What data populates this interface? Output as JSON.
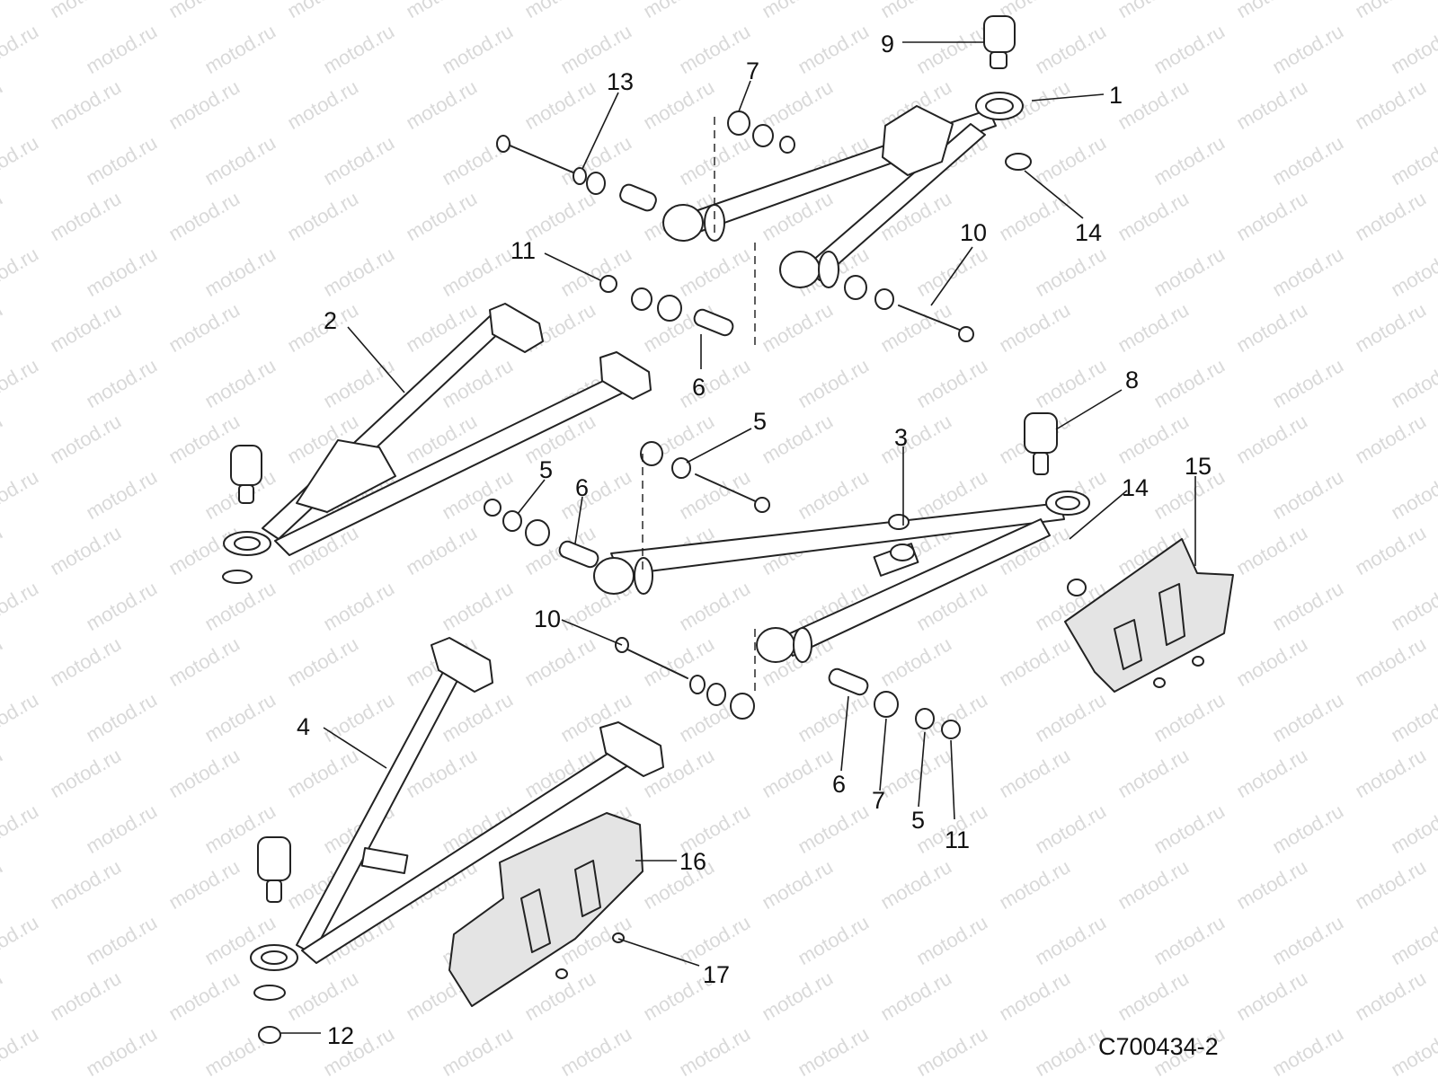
{
  "watermark": "motod.ru",
  "drawing_number": "C700434-2",
  "callouts": [
    "1",
    "2",
    "3",
    "4",
    "5",
    "5",
    "5",
    "6",
    "6",
    "6",
    "7",
    "7",
    "8",
    "9",
    "10",
    "10",
    "11",
    "11",
    "12",
    "13",
    "14",
    "14",
    "15",
    "16",
    "17"
  ],
  "colors": {
    "line": "#222222",
    "guard_fill": "#e4e4e4",
    "watermark": "#d9d9d9"
  }
}
